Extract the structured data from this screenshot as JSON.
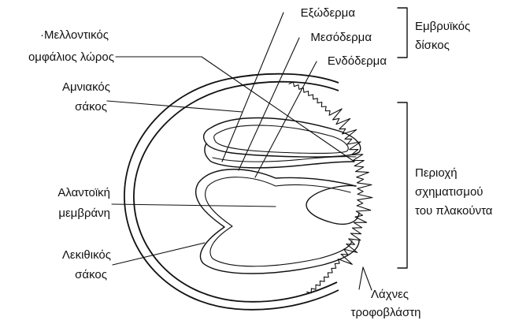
{
  "labels": {
    "future_umbilical_cord": [
      "·Μελλοντικός",
      "ομφάλιος λώρος"
    ],
    "amniotic_sac": [
      "Αμνιακός",
      "σάκος"
    ],
    "allantoic_membrane": [
      "Αλαντοϊκή",
      "μεμβράνη"
    ],
    "yolk_sac": [
      "Λεκιθικός",
      "σάκος"
    ],
    "ectoderm": "Εξώδερμα",
    "mesoderm": "Μεσόδερμα",
    "endoderm": "Ενδόδερμα",
    "embryonic_disc": [
      "Εμβρυϊκός",
      "δίσκος"
    ],
    "placenta_region": [
      "Περιοχή",
      "σχηματισμού",
      "του πλακούντα"
    ],
    "trophoblast_villi": [
      "Λάχνες",
      "τροφοβλάστη"
    ]
  }
}
